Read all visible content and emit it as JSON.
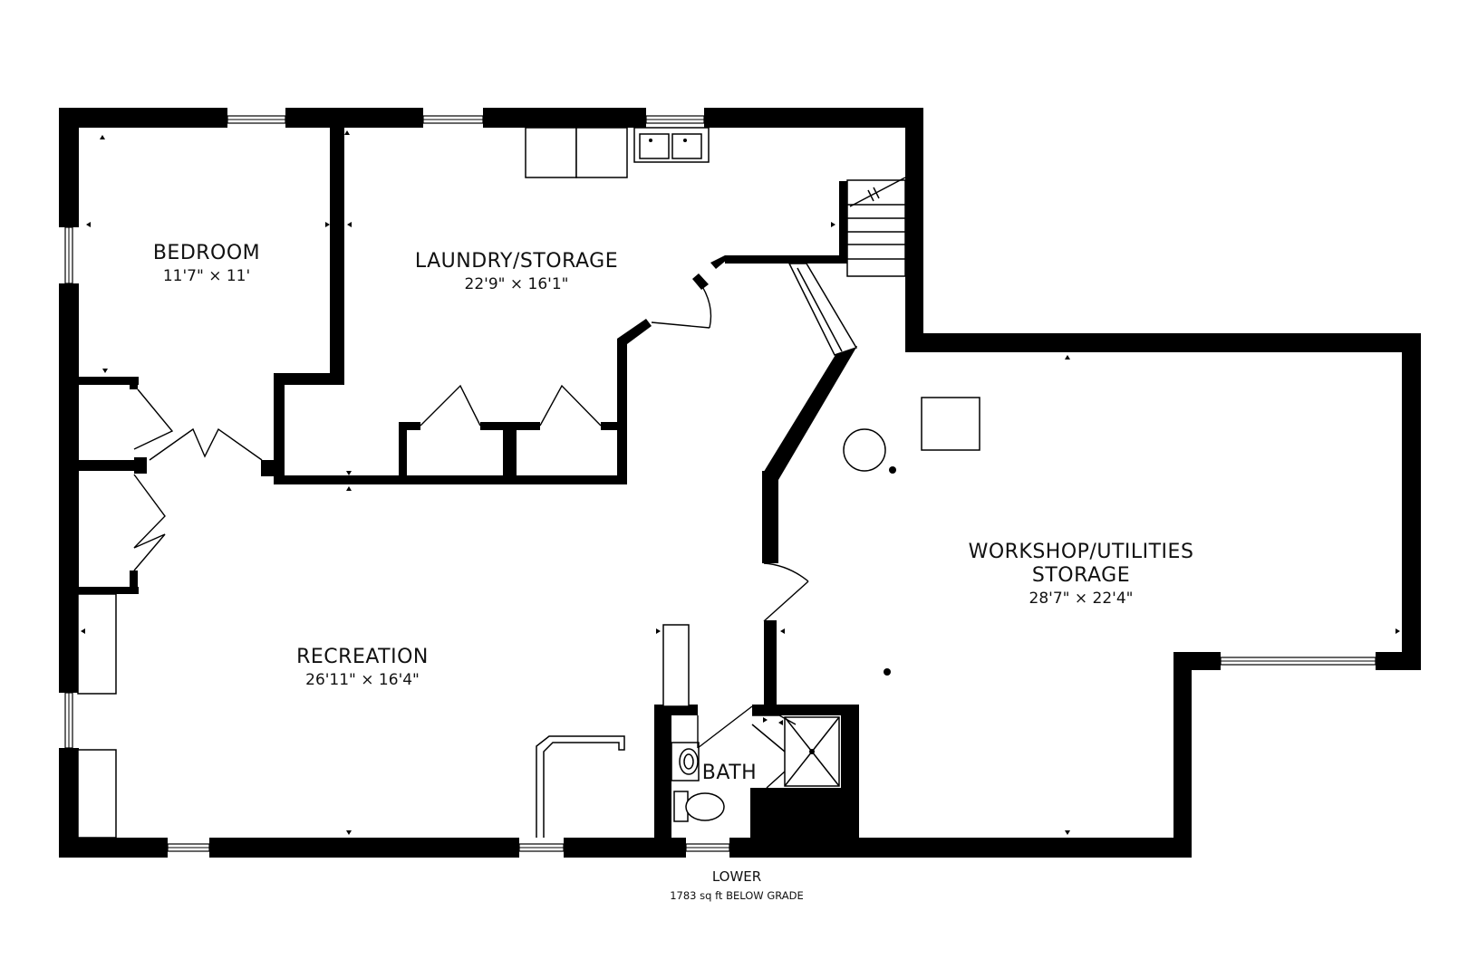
{
  "plan": {
    "level_name": "LOWER",
    "level_area": "1783 sq ft BELOW GRADE",
    "wall_color": "#000000",
    "background_color": "#ffffff",
    "rooms": {
      "bedroom": {
        "name": "BEDROOM",
        "dims": "11'7\" × 11'"
      },
      "laundry": {
        "name": "LAUNDRY/STORAGE",
        "dims": "22'9\" × 16'1\""
      },
      "workshop": {
        "name_line1": "WORKSHOP/UTILITIES",
        "name_line2": "STORAGE",
        "dims": "28'7\" × 22'4\""
      },
      "recreation": {
        "name": "RECREATION",
        "dims": "26'11\" × 16'4\""
      },
      "bath": {
        "name": "BATH"
      }
    }
  }
}
